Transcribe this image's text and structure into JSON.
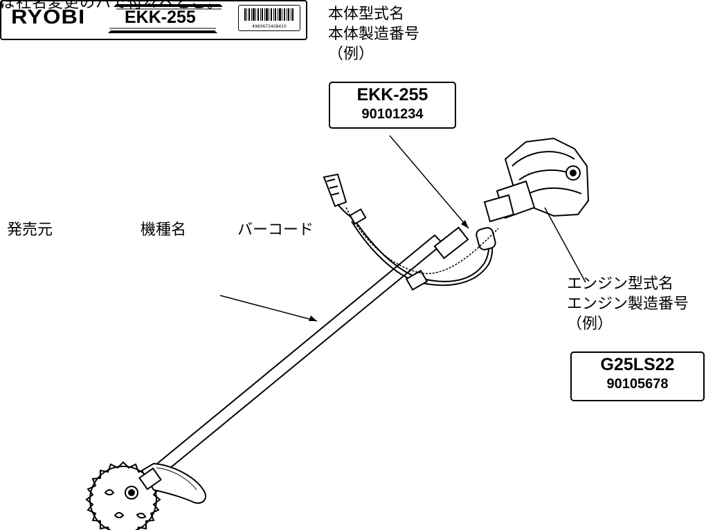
{
  "header_fragment": "ぼ社名変更のハで付々ベとご。",
  "body_info": {
    "caption_line1": "本体型式名",
    "caption_line2": "本体製造番号",
    "caption_line3": "（例）",
    "model": "EKK-255",
    "serial": "90101234"
  },
  "engine_info": {
    "caption_line1": "エンジン型式名",
    "caption_line2": "エンジン製造番号",
    "caption_line3": "（例）",
    "model": "G25LS22",
    "serial": "90105678"
  },
  "nameplate": {
    "label_seller": "発売元",
    "label_model": "機種名",
    "label_barcode": "バーコード",
    "logo_text": "RYOBI",
    "model": "EKK-255",
    "barcode_number": "4960673408410"
  }
}
